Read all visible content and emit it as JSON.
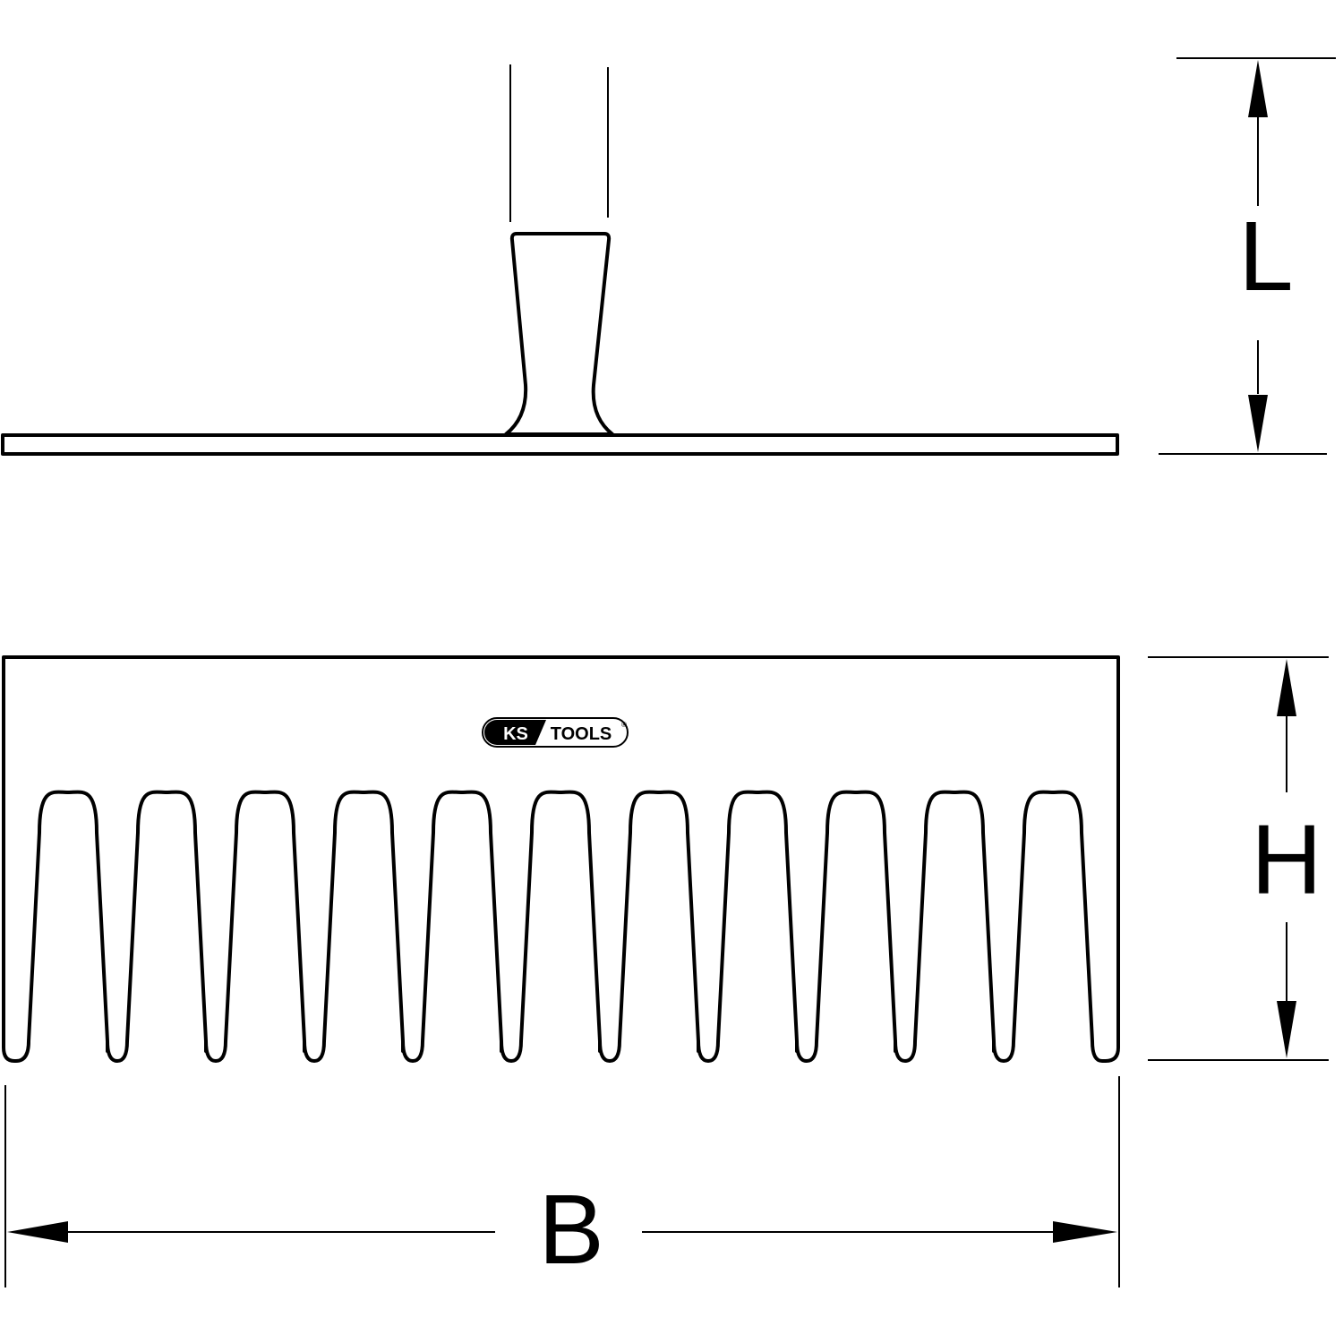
{
  "dimensions": {
    "length_label": "L",
    "height_label": "H",
    "width_label": "B"
  },
  "logo": {
    "brand_left": "KS",
    "brand_right": "TOOLS",
    "registered_mark": "®",
    "colors": {
      "dark": "#000000",
      "light": "#ffffff"
    }
  },
  "rake": {
    "tine_count": 11
  },
  "colors": {
    "line": "#000000",
    "background": "#ffffff"
  }
}
